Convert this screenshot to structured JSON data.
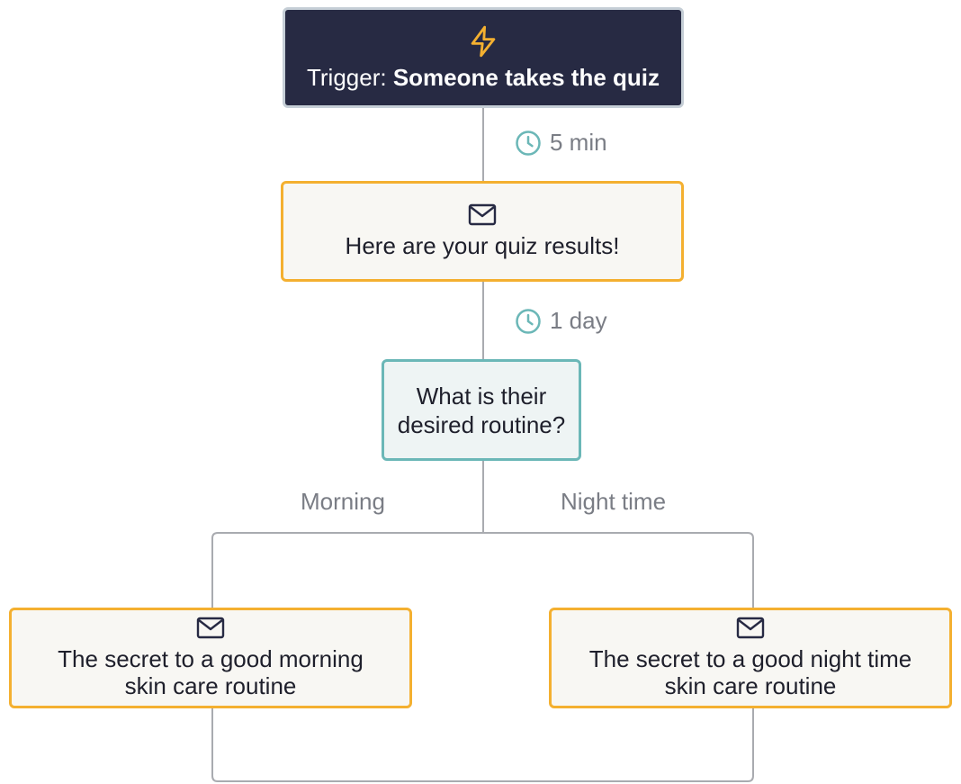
{
  "colors": {
    "trigger_bg": "#272a43",
    "accent_email": "#f4b030",
    "accent_decision": "#6bb7b7",
    "connector": "#a9abb0",
    "muted_text": "#7a7d85"
  },
  "trigger": {
    "icon": "lightning-bolt-icon",
    "prefix": "Trigger: ",
    "name": "Someone takes the quiz"
  },
  "steps": {
    "delay_1": {
      "icon": "clock-icon",
      "label": "5 min"
    },
    "email_1": {
      "icon": "mail-icon",
      "title": "Here are your quiz results!"
    },
    "delay_2": {
      "icon": "clock-icon",
      "label": "1 day"
    },
    "decision": {
      "line1": "What is their",
      "line2": "desired routine?"
    }
  },
  "branches": {
    "left": {
      "label": "Morning",
      "email": {
        "icon": "mail-icon",
        "line1": "The secret to a good morning",
        "line2": "skin care routine"
      }
    },
    "right": {
      "label": "Night time",
      "email": {
        "icon": "mail-icon",
        "line1": "The secret to a good night time",
        "line2": "skin care routine"
      }
    }
  }
}
